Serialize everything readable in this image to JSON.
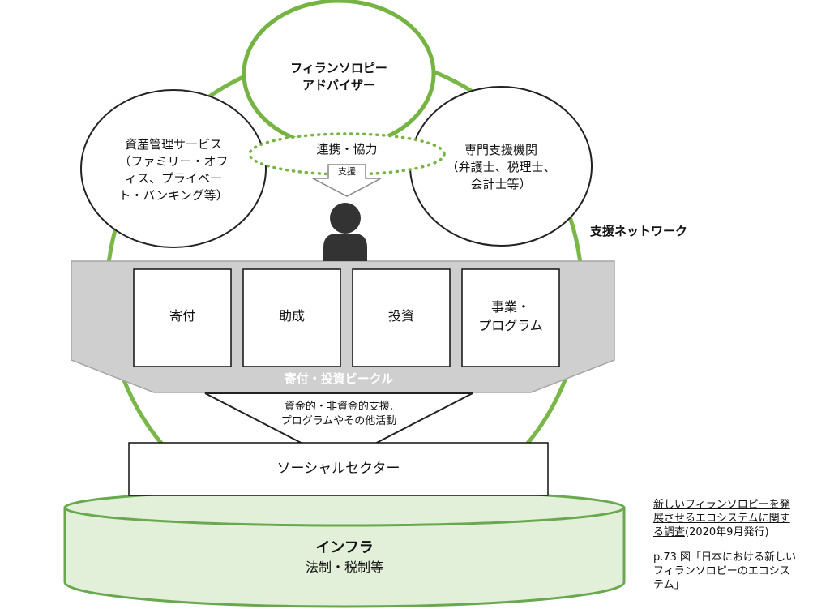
{
  "colors": {
    "ring": "#7ab648",
    "ring_circle_border": "#75b342",
    "vehicle_gray": "#cfcfcf",
    "vehicle_border": "#a6a6a6",
    "infra_fill": "#e2efd9",
    "infra_border": "#6aa84f",
    "person": "#333333",
    "dotted": "#76b543"
  },
  "nodes": {
    "philanthropy_advisor": [
      "フィランソロピー",
      "アドバイザー"
    ],
    "asset_services": [
      "資産管理サービス",
      "（ファミリー・オフ",
      "ィス、プライベー",
      "ト・バンキング等）"
    ],
    "professional": [
      "専門支援機関",
      "（弁護士、税理士、",
      "会計士等）"
    ],
    "collaboration": "連携・協力",
    "support_arrow": "支援",
    "person_icon": "person-icon",
    "network_label": "支援ネットワーク"
  },
  "vehicle": {
    "boxes": [
      "寄付",
      "助成",
      "投資",
      [
        "事業・",
        "プログラム"
      ]
    ],
    "label": "寄付・投資ビークル",
    "funnel_text": [
      "資金的・非資金的支援,",
      "プログラムやその他活動"
    ]
  },
  "social_sector": "ソーシャルセクター",
  "infra": {
    "title": "インフラ",
    "subtitle": "法制・税制等"
  },
  "citation": {
    "link_lines": [
      "新しいフィランソロピーを発",
      "展させるエコシステムに関す",
      "る調査"
    ],
    "date": "(2020年9月発行)",
    "ref_lines": [
      "p.73 図「日本における新しい",
      "フィランソロピーのエコシス",
      "テム」"
    ]
  }
}
